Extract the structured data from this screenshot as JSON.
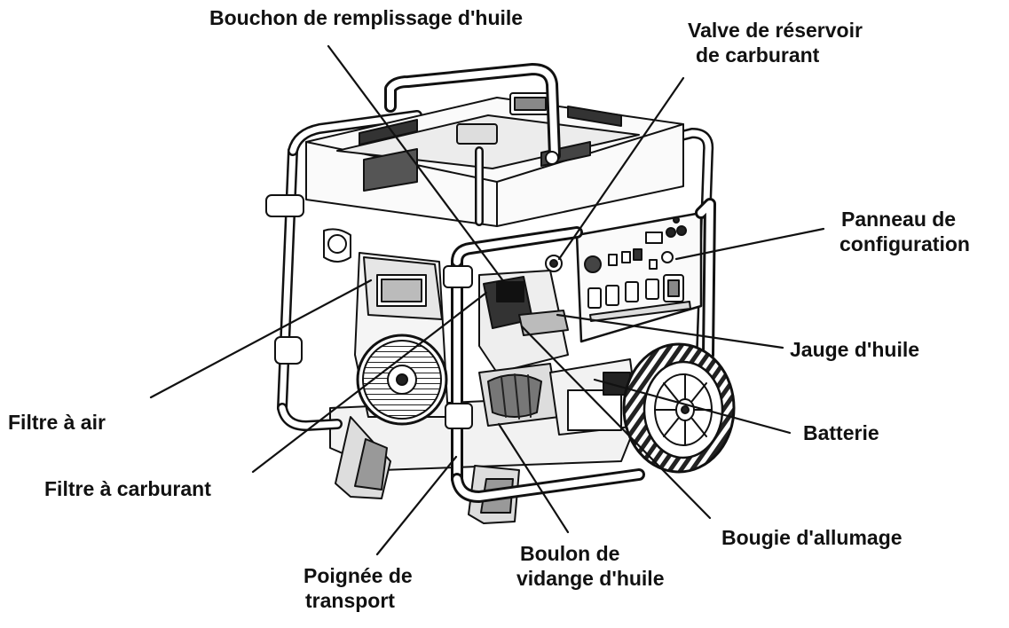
{
  "labels": {
    "bouchon": "Bouchon de remplissage d'huile",
    "valve_l1": "Valve de réservoir",
    "valve_l2": "de carburant",
    "panneau_l1": "Panneau de",
    "panneau_l2": "configuration",
    "jauge": "Jauge d'huile",
    "batterie": "Batterie",
    "bougie": "Bougie d'allumage",
    "boulon_l1": "Boulon de",
    "boulon_l2": "vidange d'huile",
    "poignee_l1": "Poignée de",
    "poignee_l2": "transport",
    "filtre_air": "Filtre à air",
    "filtre_carb": "Filtre à carburant"
  },
  "colors": {
    "line": "#111111",
    "frame_light": "#ffffff",
    "shade": "#c8c8c8",
    "dark": "#1a1a1a"
  }
}
